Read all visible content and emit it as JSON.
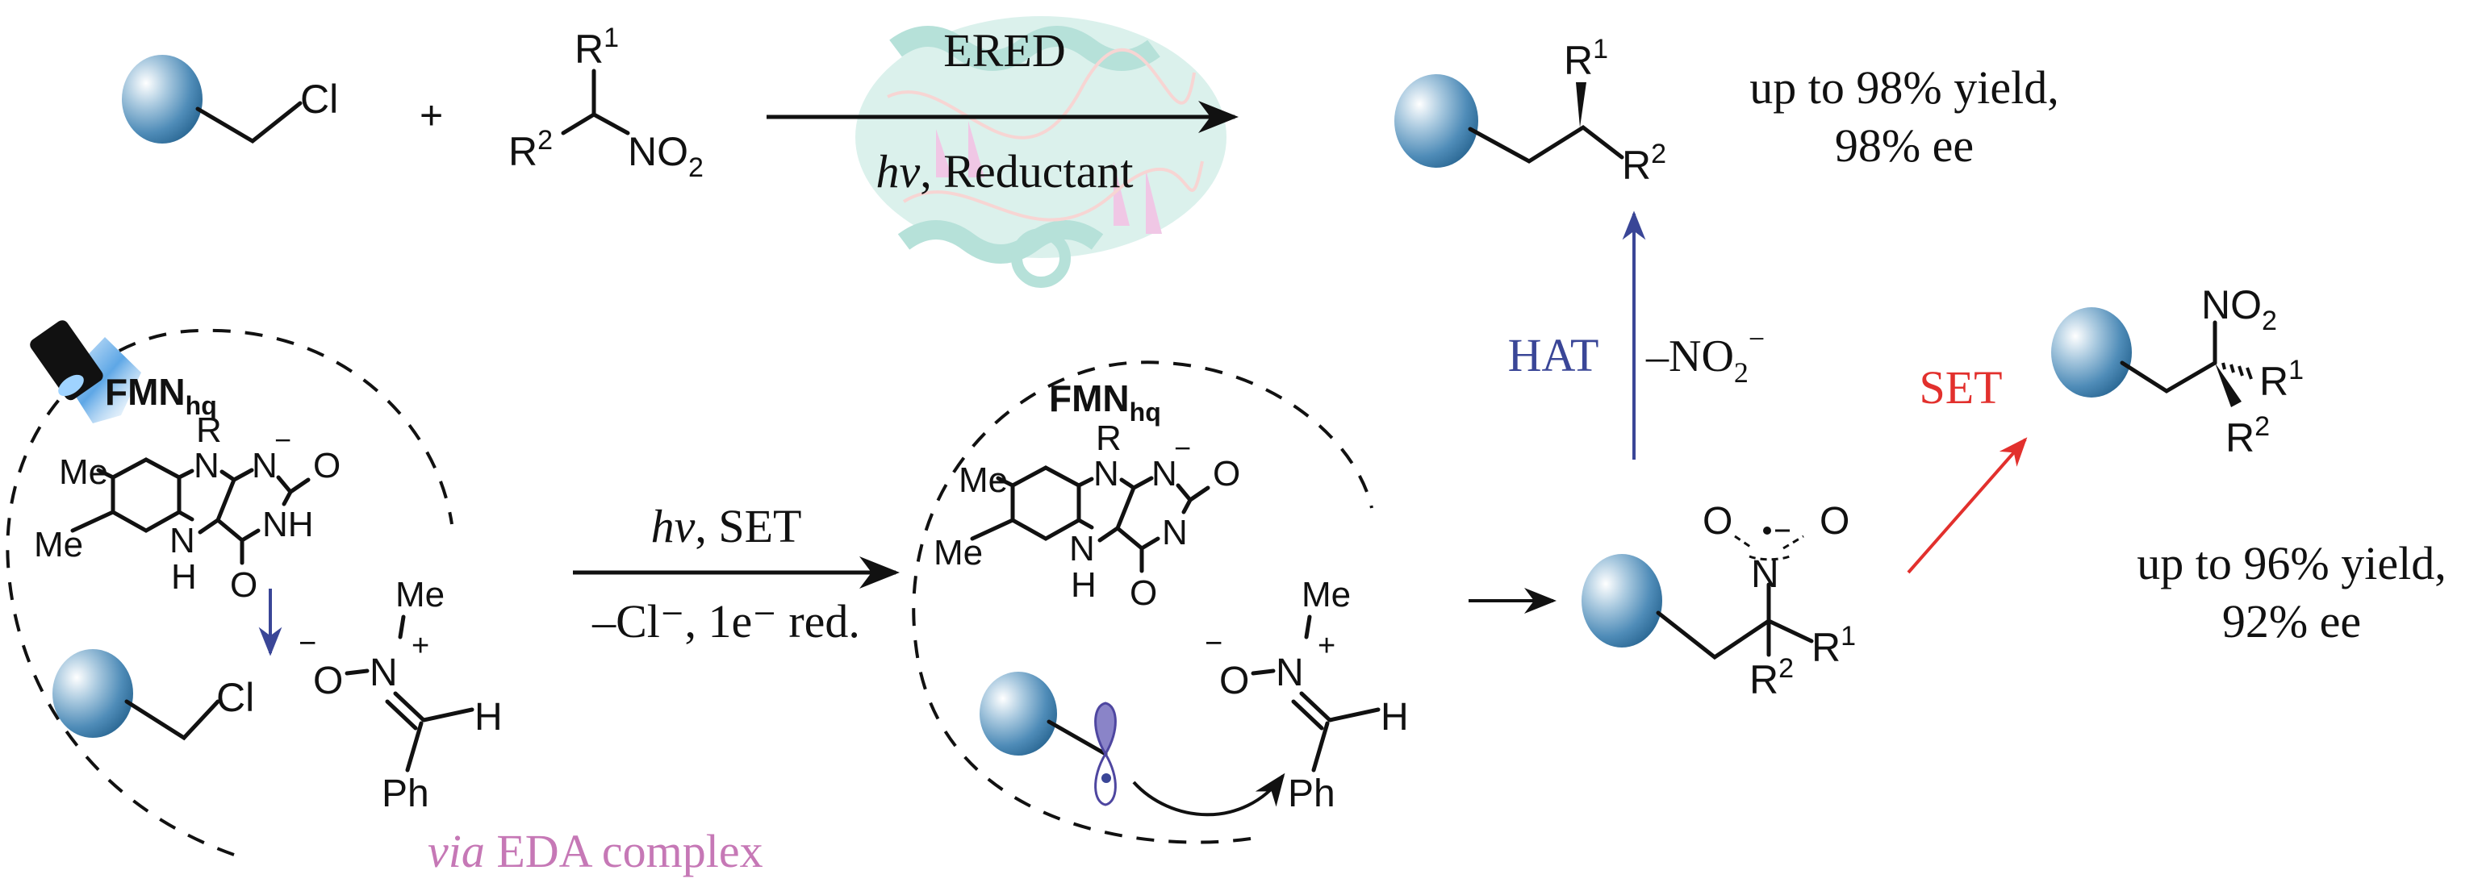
{
  "figure": {
    "type": "reaction-scheme",
    "colors": {
      "bead": "#3f7fae",
      "hat_blue": "#3a4697",
      "set_red": "#e2302d",
      "eda_pink": "#c678b6",
      "orbital_purple": "#6a62b0",
      "protein_teal": "#8fd2c6",
      "protein_pink": "#e59ad0"
    }
  },
  "top_reaction": {
    "reactant1": {
      "leaving_group": "Cl"
    },
    "plus": "+",
    "reactant2": {
      "r1": "R",
      "r1_sup": "1",
      "r2": "R",
      "r2_sup": "2",
      "group": "NO",
      "group_sub": "2"
    },
    "arrow_above": "ERED",
    "arrow_below_italic": "hv",
    "arrow_below_rest": ", Reductant",
    "product": {
      "r1": "R",
      "r1_sup": "1",
      "r2": "R",
      "r2_sup": "2"
    },
    "yield_line1": "up to 98% yield,",
    "yield_line2": "98% ee"
  },
  "left_complex": {
    "label": "FMN",
    "label_sub": "hq",
    "flavin": {
      "me1": "Me",
      "me2": "Me",
      "r": "R",
      "n": "N",
      "nh": "NH",
      "h": "H",
      "o": "O",
      "charge": "−"
    },
    "substrate_lg": "Cl",
    "nitrone": {
      "me": "Me",
      "o": "O",
      "n": "N",
      "plus": "+",
      "minus": "−",
      "h": "H",
      "ph": "Ph"
    },
    "caption_italic": "via",
    "caption_rest": " EDA complex"
  },
  "middle_arrow": {
    "above_italic": "hv",
    "above_rest": ", SET",
    "below": "–Cl⁻, 1e⁻ red."
  },
  "right_complex": {
    "label": "FMN",
    "label_sub": "hq",
    "flavin": {
      "me1": "Me",
      "me2": "Me",
      "r": "R",
      "n": "N",
      "h": "H",
      "o": "O",
      "charge": "−"
    },
    "nitrone": {
      "me": "Me",
      "o": "O",
      "n": "N",
      "plus": "+",
      "minus": "−",
      "h": "H",
      "ph": "Ph"
    }
  },
  "intermediate": {
    "o": "O",
    "n": "N",
    "r1": "R",
    "r1_sup": "1",
    "r2": "R",
    "r2_sup": "2"
  },
  "hat_path": {
    "label": "HAT",
    "loss": "–NO",
    "loss_sub": "2",
    "loss_sup": "−"
  },
  "set_path": {
    "label": "SET",
    "product": {
      "group": "NO",
      "group_sub": "2",
      "r1": "R",
      "r1_sup": "1",
      "r2": "R",
      "r2_sup": "2"
    },
    "yield_line1": "up to 96% yield,",
    "yield_line2": "92% ee"
  }
}
